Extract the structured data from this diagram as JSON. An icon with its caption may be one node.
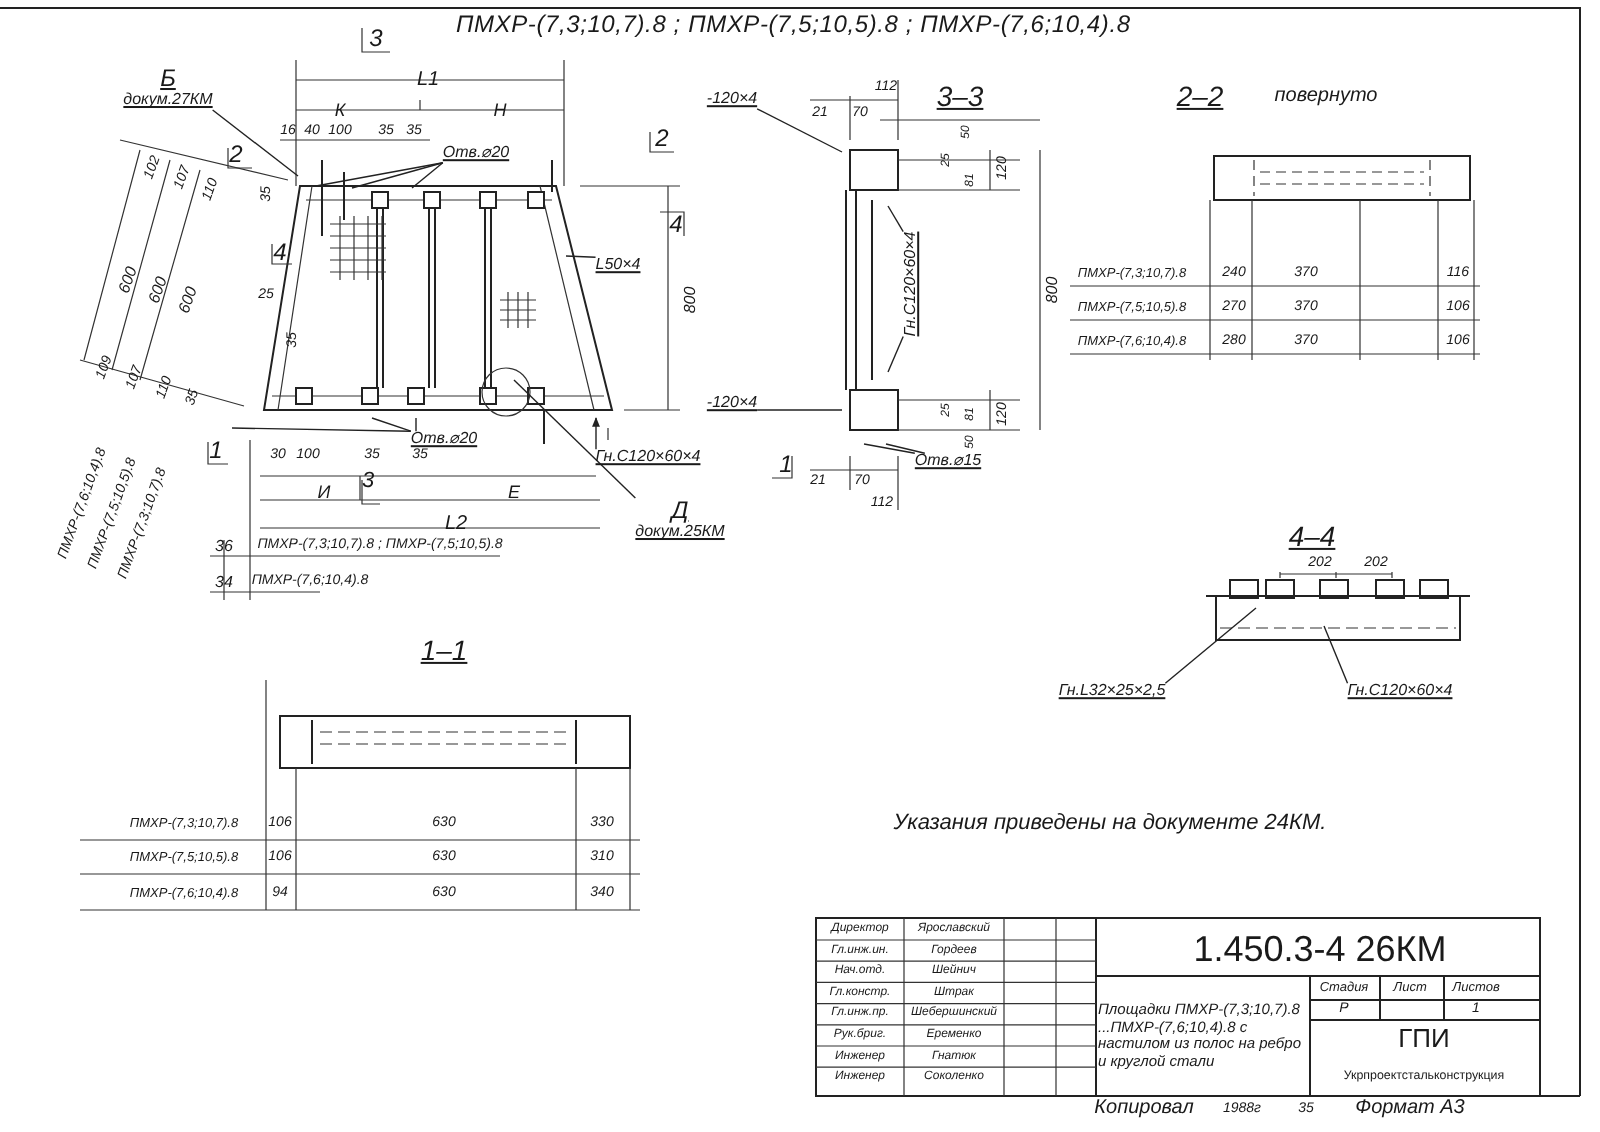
{
  "diagram": {
    "title": "ПМХР-(7,3;10,7).8 ; ПМХР-(7,5;10,5).8 ; ПМХР-(7,6;10,4).8",
    "nodes": [
      {
        "text": [
          "Б",
          "докум.27КМ"
        ]
      },
      {
        "text": [
          "Отв.⌀20"
        ]
      },
      {
        "text": [
          "L50×4"
        ]
      },
      {
        "text": [
          "Отв.⌀20"
        ]
      },
      {
        "text": [
          "Гн.С120×60×4"
        ]
      },
      {
        "text": [
          "Д",
          "докум.25КМ"
        ]
      },
      {
        "text": [
          "-120×4"
        ]
      },
      {
        "text": [
          "Гн.С120×60×4"
        ]
      },
      {
        "text": [
          "-120×4"
        ]
      },
      {
        "text": [
          "Отв.⌀15"
        ]
      },
      {
        "text": [
          "Гн.L32×25×2,5"
        ]
      },
      {
        "text": [
          "Гн.С120×60×4"
        ]
      }
    ],
    "edges": [
      {
        "from": 0,
        "to": null,
        "arrow": "none"
      },
      {
        "from": 1,
        "to": null,
        "arrow": "none"
      },
      {
        "from": 1,
        "to": null,
        "arrow": "none"
      },
      {
        "from": 1,
        "to": null,
        "arrow": "none"
      },
      {
        "from": 2,
        "to": null,
        "arrow": "none"
      },
      {
        "from": 3,
        "to": null,
        "arrow": "none"
      },
      {
        "from": 3,
        "to": null,
        "arrow": "none"
      },
      {
        "from": 3,
        "to": null,
        "arrow": "none"
      },
      {
        "from": 4,
        "to": null,
        "arrow": "to"
      },
      {
        "from": 5,
        "to": null,
        "arrow": "none"
      },
      {
        "from": 6,
        "to": null,
        "arrow": "none"
      },
      {
        "from": 7,
        "to": null,
        "arrow": "none"
      },
      {
        "from": 7,
        "to": null,
        "arrow": "none"
      },
      {
        "from": 8,
        "to": null,
        "arrow": "none"
      },
      {
        "from": 9,
        "to": null,
        "arrow": "none"
      },
      {
        "from": 9,
        "to": null,
        "arrow": "none"
      },
      {
        "from": 10,
        "to": null,
        "arrow": "none"
      },
      {
        "from": 11,
        "to": null,
        "arrow": "none"
      }
    ],
    "labels": [
      "3",
      "L1",
      "К",
      "Н",
      "16",
      "40",
      "100",
      "35",
      "35",
      "2",
      "2",
      "35",
      "4",
      "4",
      "800",
      "25",
      "35",
      "102",
      "107",
      "110",
      "600",
      "600",
      "600",
      "109",
      "107",
      "110",
      "35",
      "ПМХР-(7,6;10,4).8",
      "ПМХР-(7,5;10,5).8",
      "ПМХР-(7,3;10,7).8",
      "1",
      "1",
      "30",
      "100",
      "35",
      "3",
      "35",
      "И",
      "Е",
      "L2",
      "36",
      "ПМХР-(7,3;10,7).8 ; ПМХР-(7,5;10,5).8",
      "34",
      "ПМХР-(7,6;10,4).8",
      "3–3",
      "112",
      "21",
      "70",
      "50",
      "25",
      "81",
      "120",
      "800",
      "25",
      "81",
      "120",
      "50",
      "21",
      "70",
      "112",
      "2–2",
      "повернуто",
      "ПМХР-(7,3;10,7).8",
      "240",
      "370",
      "116",
      "ПМХР-(7,5;10,5).8",
      "270",
      "370",
      "106",
      "ПМХР-(7,6;10,4).8",
      "280",
      "370",
      "106",
      "4–4",
      "202",
      "202",
      "1–1",
      "ПМХР-(7,3;10,7).8",
      "106",
      "630",
      "330",
      "ПМХР-(7,5;10,5).8",
      "106",
      "630",
      "310",
      "ПМХР-(7,6;10,4).8",
      "94",
      "630",
      "340",
      "Указания приведены на документе 24КМ.",
      "Директор",
      "Ярославский",
      "Гл.инж.ин.",
      "Гордеев",
      "Нач.отд.",
      "Шейнич",
      "Гл.констр.",
      "Штрак",
      "Гл.инж.пр.",
      "Шебершинский",
      "Рук.бриг.",
      "Еременко",
      "Инженер",
      "Гнатюк",
      "Инженер",
      "Соколенко",
      "1.450.3-4 26КМ",
      "Площадки ПМХР-(7,3;10,7).8 ...ПМХР-(7,6;10,4).8 с настилом из полос на ребро и круглой стали",
      "Стадия",
      "Лист",
      "Листов",
      "Р",
      "1",
      "ГПИ",
      "Укрпроектстальконструкция",
      "Копировал",
      "1988г",
      "35",
      "Формат А3"
    ]
  }
}
